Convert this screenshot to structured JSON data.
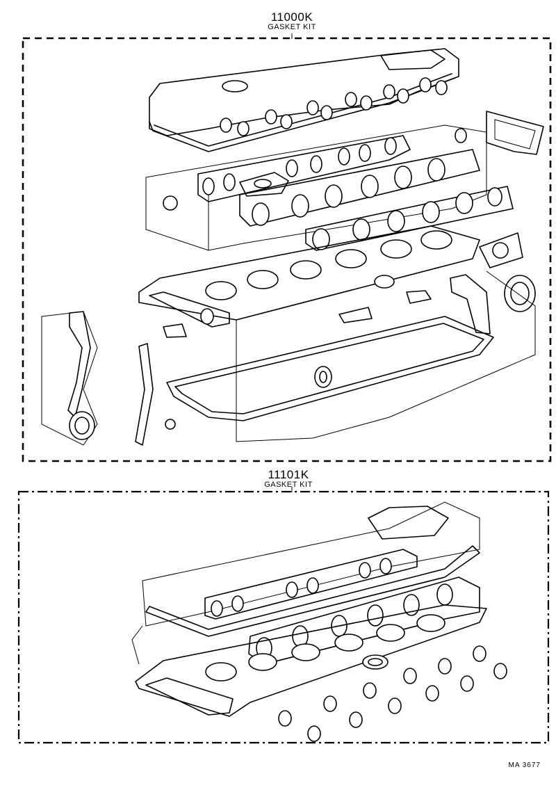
{
  "kits": [
    {
      "part_number": "11000K",
      "name": "GASKET KIT"
    },
    {
      "part_number": "11101K",
      "name": "GASKET KIT"
    }
  ],
  "figure_ref": "MA  3677"
}
